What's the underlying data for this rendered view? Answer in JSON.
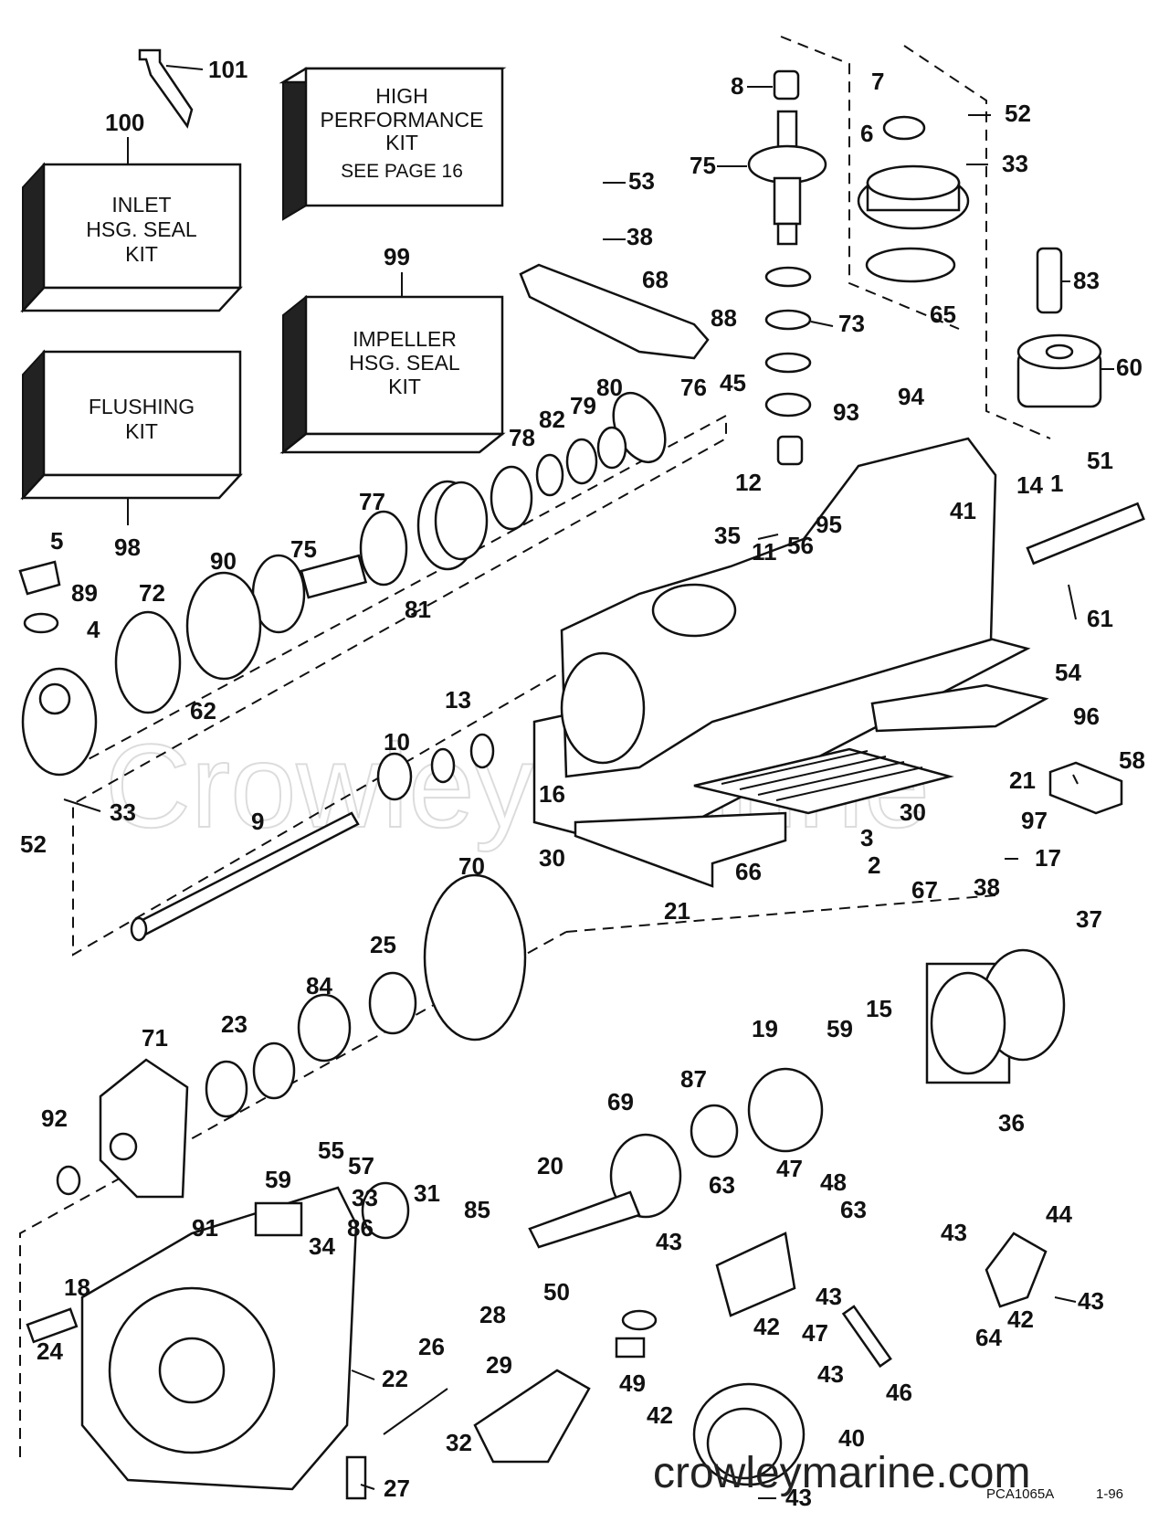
{
  "kits": {
    "high_performance": [
      "HIGH",
      "PERFORMANCE",
      "KIT",
      "SEE PAGE 16"
    ],
    "inlet": [
      "INLET",
      "HSG. SEAL",
      "KIT"
    ],
    "impeller": [
      "IMPELLER",
      "HSG. SEAL",
      "KIT"
    ],
    "flushing": [
      "FLUSHING",
      "KIT"
    ]
  },
  "callouts": {
    "c101": "101",
    "c100": "100",
    "c99": "99",
    "c98": "98",
    "c8": "8",
    "c7": "7",
    "c52a": "52",
    "c6": "6",
    "c33a": "33",
    "c75a": "75",
    "c53": "53",
    "c38a": "38",
    "c68": "68",
    "c83": "83",
    "c88": "88",
    "c73": "73",
    "c65": "65",
    "c60": "60",
    "c45": "45",
    "c76": "76",
    "c80": "80",
    "c79": "79",
    "c82": "82",
    "c78": "78",
    "c77": "77",
    "c93": "93",
    "c94": "94",
    "c12": "12",
    "c95": "95",
    "c14": "14",
    "c1": "1",
    "c51": "51",
    "c35": "35",
    "c56": "56",
    "c41": "41",
    "c11": "11",
    "c61": "61",
    "c90": "90",
    "c75b": "75",
    "c81": "81",
    "c5": "5",
    "c89": "89",
    "c72": "72",
    "c4": "4",
    "c62": "62",
    "c54": "54",
    "c13": "13",
    "c10": "10",
    "c96": "96",
    "c58": "58",
    "c52b": "52",
    "c33b": "33",
    "c16": "16",
    "c21a": "21",
    "c30a": "30",
    "c97": "97",
    "c9": "9",
    "c3": "3",
    "c17": "17",
    "c2": "2",
    "c66": "66",
    "c30b": "30",
    "c67": "67",
    "c38b": "38",
    "c37": "37",
    "c70": "70",
    "c21b": "21",
    "c25": "25",
    "c84": "84",
    "c15": "15",
    "c23": "23",
    "c71": "71",
    "c19": "19",
    "c59a": "59",
    "c87": "87",
    "c69": "69",
    "c36": "36",
    "c92": "92",
    "c55": "55",
    "c57": "57",
    "c59b": "59",
    "c33c": "33",
    "c91": "91",
    "c31": "31",
    "c20": "20",
    "c47a": "47",
    "c48": "48",
    "c63a": "63",
    "c63b": "63",
    "c85": "85",
    "c86": "86",
    "c34": "34",
    "c43a": "43",
    "c43b": "43",
    "c44": "44",
    "c43c": "43",
    "c18": "18",
    "c50": "50",
    "c42a": "42",
    "c47b": "47",
    "c42b": "42",
    "c43d": "43",
    "c64": "64",
    "c26": "26",
    "c28": "28",
    "c24": "24",
    "c22": "22",
    "c29": "29",
    "c49": "49",
    "c43e": "43",
    "c46": "46",
    "c42c": "42",
    "c40": "40",
    "c32": "32",
    "c27": "27",
    "c43f": "43"
  },
  "footer": {
    "code": "PCA1065A",
    "date": "1-96"
  },
  "watermark": "Crowley Marine",
  "site": "crowleymarine.com"
}
